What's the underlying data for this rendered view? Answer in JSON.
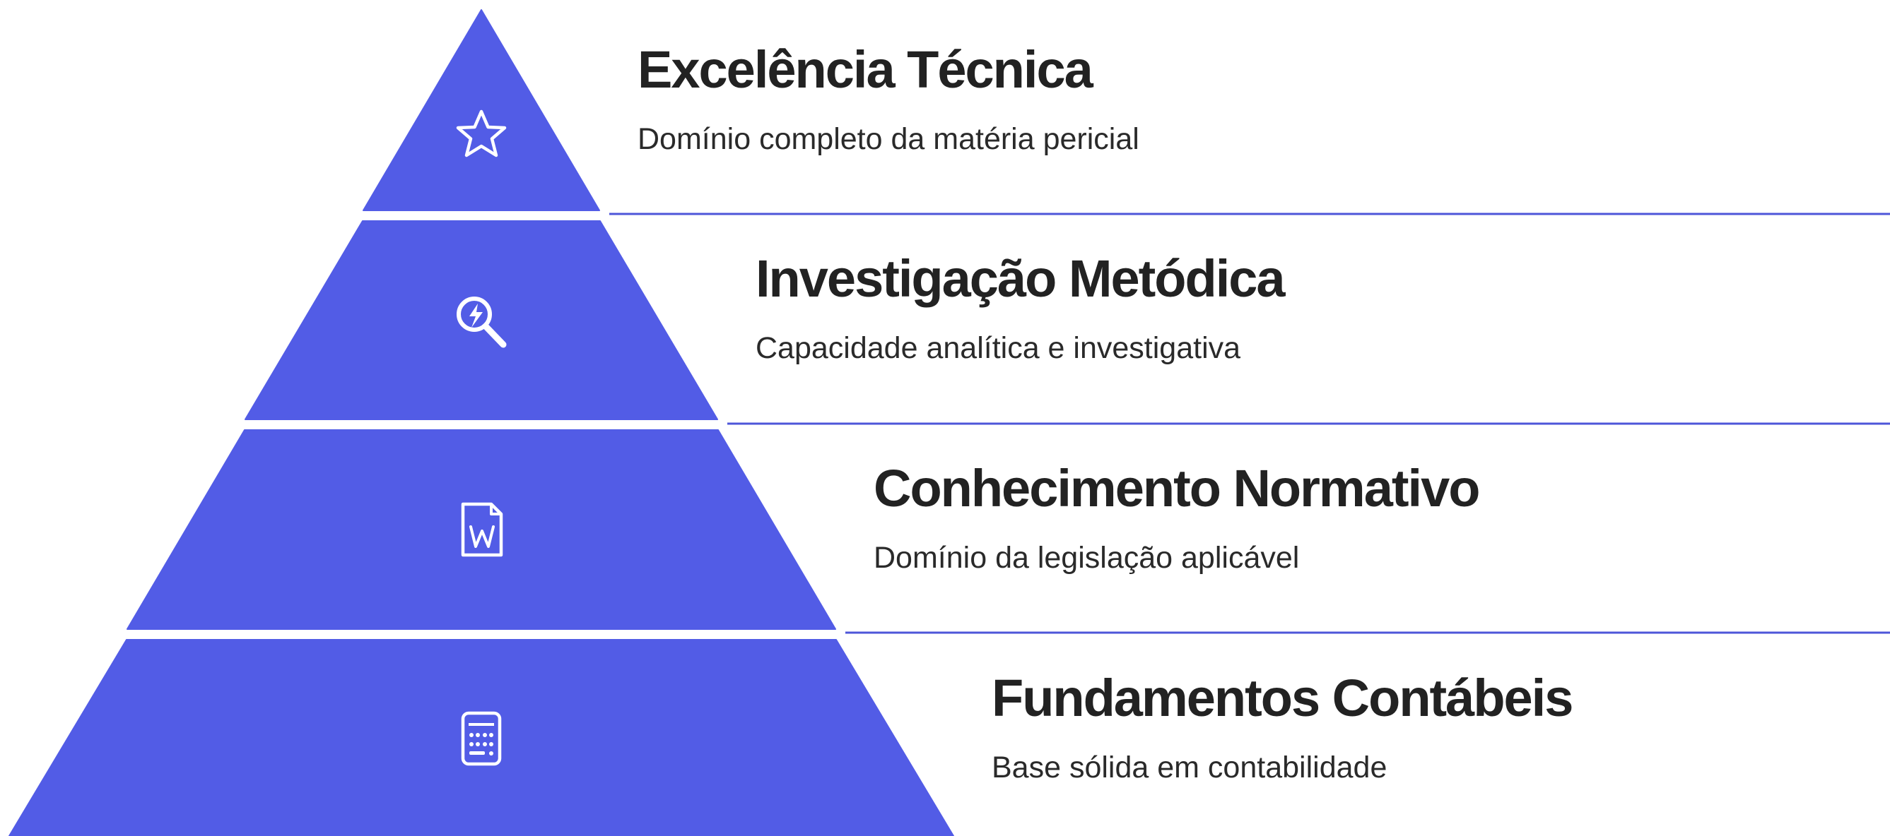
{
  "colors": {
    "tier_fill": "#525ce6",
    "separator_line": "#4d56d9",
    "icon_stroke": "#ffffff",
    "title_text": "#222222",
    "desc_text": "#2a2a2a"
  },
  "tiers": [
    {
      "title": "Excelência Técnica",
      "description": "Domínio completo da matéria pericial",
      "icon": "star-icon"
    },
    {
      "title": "Investigação Metódica",
      "description": "Capacidade analítica e investigativa",
      "icon": "magnifier-lightning-icon"
    },
    {
      "title": "Conhecimento Normativo",
      "description": "Domínio da legislação aplicável",
      "icon": "word-document-icon"
    },
    {
      "title": "Fundamentos Contábeis",
      "description": "Base sólida em contabilidade",
      "icon": "calculator-icon"
    }
  ]
}
